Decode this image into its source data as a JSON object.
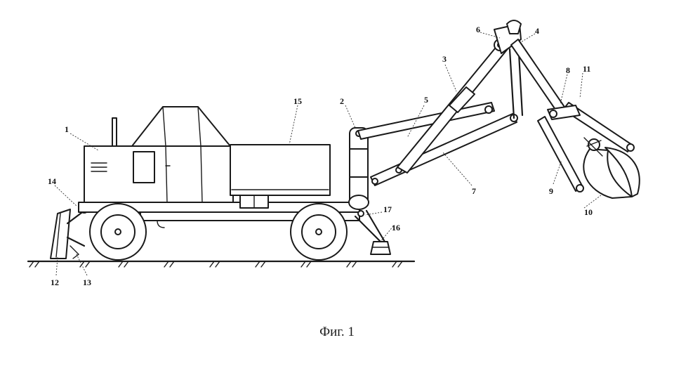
{
  "caption": "Фиг. 1",
  "callouts": {
    "c1": "1",
    "c2": "2",
    "c3": "3",
    "c4": "4",
    "c5": "5",
    "c6": "6",
    "c7": "7",
    "c8": "8",
    "c9": "9",
    "c10": "10",
    "c11": "11",
    "c12": "12",
    "c13": "13",
    "c14": "14",
    "c15": "15",
    "c16": "16",
    "c17": "17"
  }
}
